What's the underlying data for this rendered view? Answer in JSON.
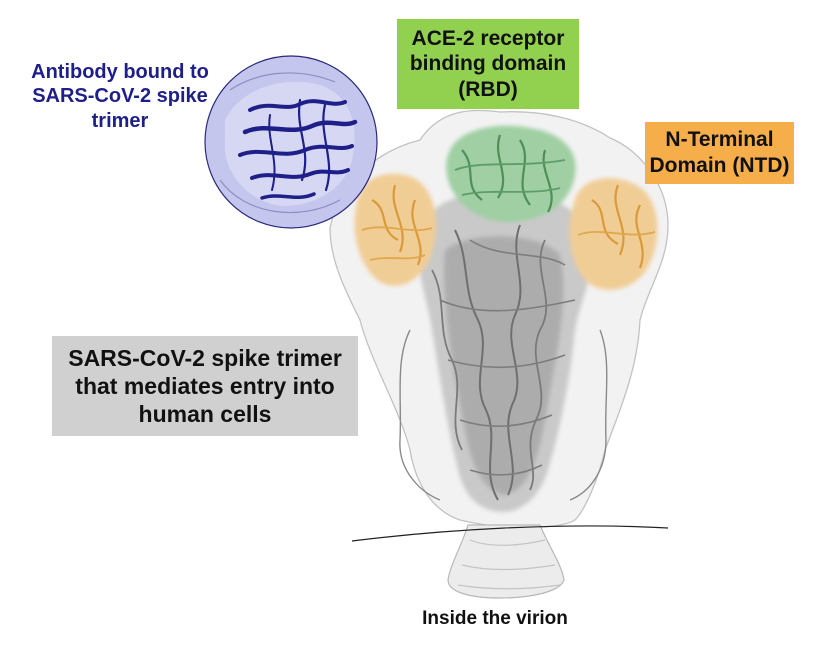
{
  "labels": {
    "rbd": "ACE-2 receptor binding domain (RBD)",
    "ntd": "N-Terminal Domain (NTD)",
    "antibody": "Antibody bound to SARS-CoV-2 spike trimer",
    "trimer": "SARS-CoV-2 spike trimer that mediates entry into human cells",
    "virion": "Inside the virion"
  },
  "colors": {
    "rbd_box": "#92d050",
    "rbd_protein": "#6aa874",
    "ntd_box": "#f6ae4a",
    "ntd_protein": "#e8b060",
    "trimer_box": "#d0d0d0",
    "antibody_circle": "#c4c6ee",
    "antibody_protein": "#1f1f8a",
    "spike_protein": "#8e8e8e",
    "membrane_line": "#222222"
  }
}
